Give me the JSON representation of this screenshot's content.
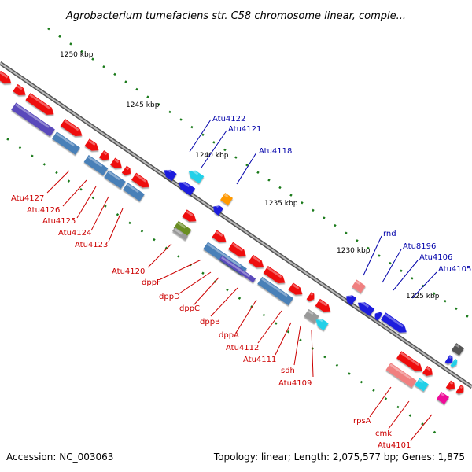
{
  "title": "Agrobacterium tumefaciens str. C58 chromosome linear, comple...",
  "footer": {
    "accession": "Accession: NC_003063",
    "summary": "Topology: linear; Length: 2,075,577 bp; Genes: 1,875"
  },
  "ticks": [
    {
      "label": "1250 kbp",
      "bp": 1250000
    },
    {
      "label": "1245 kbp",
      "bp": 1245000
    },
    {
      "label": "1240 kbp",
      "bp": 1240000
    },
    {
      "label": "1235 kbp",
      "bp": 1235000
    },
    {
      "label": "1230 kbp",
      "bp": 1230000
    },
    {
      "label": "1225 kbp",
      "bp": 1225000
    }
  ],
  "gene_labels": [
    {
      "text": "Atu4127",
      "color": "#cc0000"
    },
    {
      "text": "Atu4126",
      "color": "#cc0000"
    },
    {
      "text": "Atu4125",
      "color": "#cc0000"
    },
    {
      "text": "Atu4124",
      "color": "#cc0000"
    },
    {
      "text": "Atu4123",
      "color": "#cc0000"
    },
    {
      "text": "Atu4122",
      "color": "#0000aa"
    },
    {
      "text": "Atu4121",
      "color": "#0000aa"
    },
    {
      "text": "Atu4118",
      "color": "#0000aa"
    },
    {
      "text": "Atu4120",
      "color": "#cc0000"
    },
    {
      "text": "dppF",
      "color": "#cc0000"
    },
    {
      "text": "dppD",
      "color": "#cc0000"
    },
    {
      "text": "dppC",
      "color": "#cc0000"
    },
    {
      "text": "dppB",
      "color": "#cc0000"
    },
    {
      "text": "dppA",
      "color": "#cc0000"
    },
    {
      "text": "Atu4112",
      "color": "#cc0000"
    },
    {
      "text": "Atu4111",
      "color": "#cc0000"
    },
    {
      "text": "sdh",
      "color": "#cc0000"
    },
    {
      "text": "Atu4109",
      "color": "#cc0000"
    },
    {
      "text": "rnd",
      "color": "#0000aa"
    },
    {
      "text": "Atu8196",
      "color": "#0000aa"
    },
    {
      "text": "Atu4106",
      "color": "#0000aa"
    },
    {
      "text": "Atu4105",
      "color": "#0000aa"
    },
    {
      "text": "rpsA",
      "color": "#cc0000"
    },
    {
      "text": "cmk",
      "color": "#cc0000"
    },
    {
      "text": "Atu4101",
      "color": "#cc0000"
    }
  ],
  "colors": {
    "backbone": "#8a8a8a",
    "forward_red": "#ee1111",
    "reverse_blue": "#1a1add",
    "steel_blue": "#4a80b8",
    "tick_green": "#1a7a1a",
    "cyan": "#22d0e8",
    "orange": "#ff9900",
    "olive": "#6b8e23",
    "pink": "#f08080",
    "magenta": "#ee1199",
    "gray": "#999999",
    "dark_gray": "#555555",
    "purple": "#5a4abb"
  }
}
